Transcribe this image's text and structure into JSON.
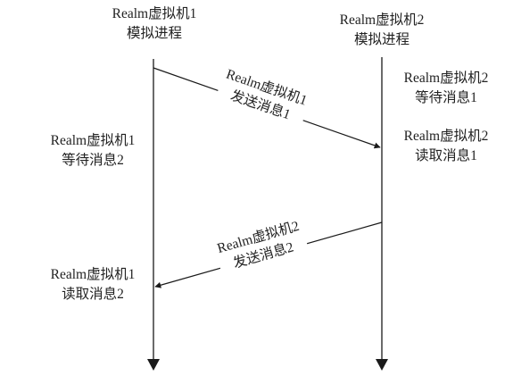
{
  "lifelines": [
    {
      "title_line1": "Realm虚拟机1",
      "title_line2": "模拟进程",
      "notes": [
        {
          "line1": "Realm虚拟机1",
          "line2": "等待消息2"
        },
        {
          "line1": "Realm虚拟机1",
          "line2": "读取消息2"
        }
      ]
    },
    {
      "title_line1": "Realm虚拟机2",
      "title_line2": "模拟进程",
      "notes": [
        {
          "line1": "Realm虚拟机2",
          "line2": "等待消息1"
        },
        {
          "line1": "Realm虚拟机2",
          "line2": "读取消息1"
        }
      ]
    }
  ],
  "messages": [
    {
      "from": "Realm虚拟机1",
      "to": "Realm虚拟机2",
      "line1": "Realm虚拟机1",
      "line2": "发送消息1"
    },
    {
      "from": "Realm虚拟机2",
      "to": "Realm虚拟机1",
      "line1": "Realm虚拟机2",
      "line2": "发送消息2"
    }
  ]
}
